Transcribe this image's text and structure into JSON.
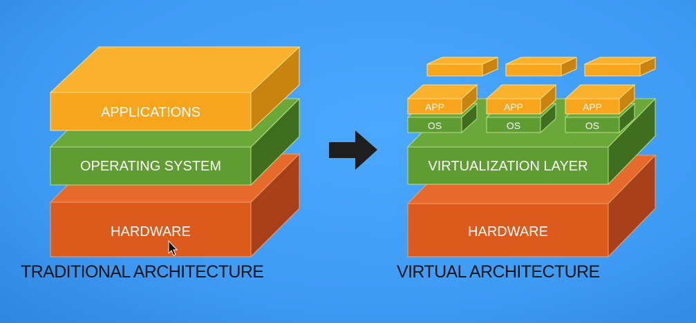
{
  "traditional": {
    "caption": "TRADITIONAL ARCHITECTURE",
    "applications_label": "APPLICATIONS",
    "os_label": "OPERATING SYSTEM",
    "hardware_label": "HARDWARE"
  },
  "virtual": {
    "caption": "VIRTUAL ARCHITECTURE",
    "app_label": "APP",
    "os_label": "OS",
    "virtualization_label": "VIRTUALIZATION LAYER",
    "hardware_label": "HARDWARE"
  },
  "colors": {
    "applications": "#f7a51c",
    "operating_system": "#5f9d32",
    "hardware": "#dd5a1d",
    "arrow": "#1e1e1e",
    "background": "#43a1fb"
  },
  "icons": [
    "arrow-right-icon",
    "mouse-cursor-icon"
  ]
}
